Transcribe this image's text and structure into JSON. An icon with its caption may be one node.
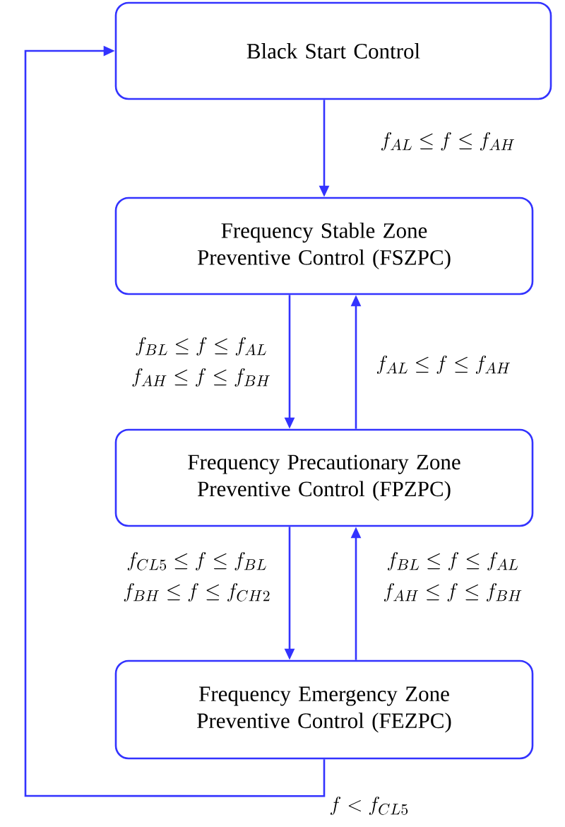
{
  "diagram": {
    "nodes": [
      {
        "text": [
          "Black Start Control"
        ]
      },
      {
        "text": [
          "Frequency Stable Zone Preventive Control (FSZPC)"
        ]
      },
      {
        "text": [
          "Frequency Precautionary Zone Preventive Control (FPZPC)"
        ]
      },
      {
        "text": [
          "Frequency Emergency Zone Preventive Control (FEZPC)"
        ]
      }
    ],
    "edges": [
      {
        "from": 0,
        "to": 1,
        "arrow": "to",
        "label": "f_{AL} \\le f \\le f_{AH}"
      },
      {
        "from": 1,
        "to": 2,
        "arrow": "to",
        "label": "\\begin{array}{c} f_{BL} \\le f \\le f_{AL} \\\\[4pt] f_{AH} \\le f \\le f_{BH} \\end{array}"
      },
      {
        "from": 2,
        "to": 1,
        "arrow": "to",
        "label": "f_{AL} \\le f \\le f_{AH}"
      },
      {
        "from": 2,
        "to": 3,
        "arrow": "to",
        "label": "\\begin{array}{c} f_{CL5} \\le f \\le f_{BL} \\\\[4pt] f_{BH} \\le f \\le f_{CH2} \\end{array}"
      },
      {
        "from": 3,
        "to": 2,
        "arrow": "to",
        "label": "\\begin{array}{c} f_{BL} \\le f \\le f_{AL} \\\\[4pt] f_{AH} \\le f \\le f_{BH} \\end{array}"
      },
      {
        "from": 3,
        "to": 0,
        "arrow": "to",
        "label": "f < f_{CL5}"
      }
    ]
  }
}
